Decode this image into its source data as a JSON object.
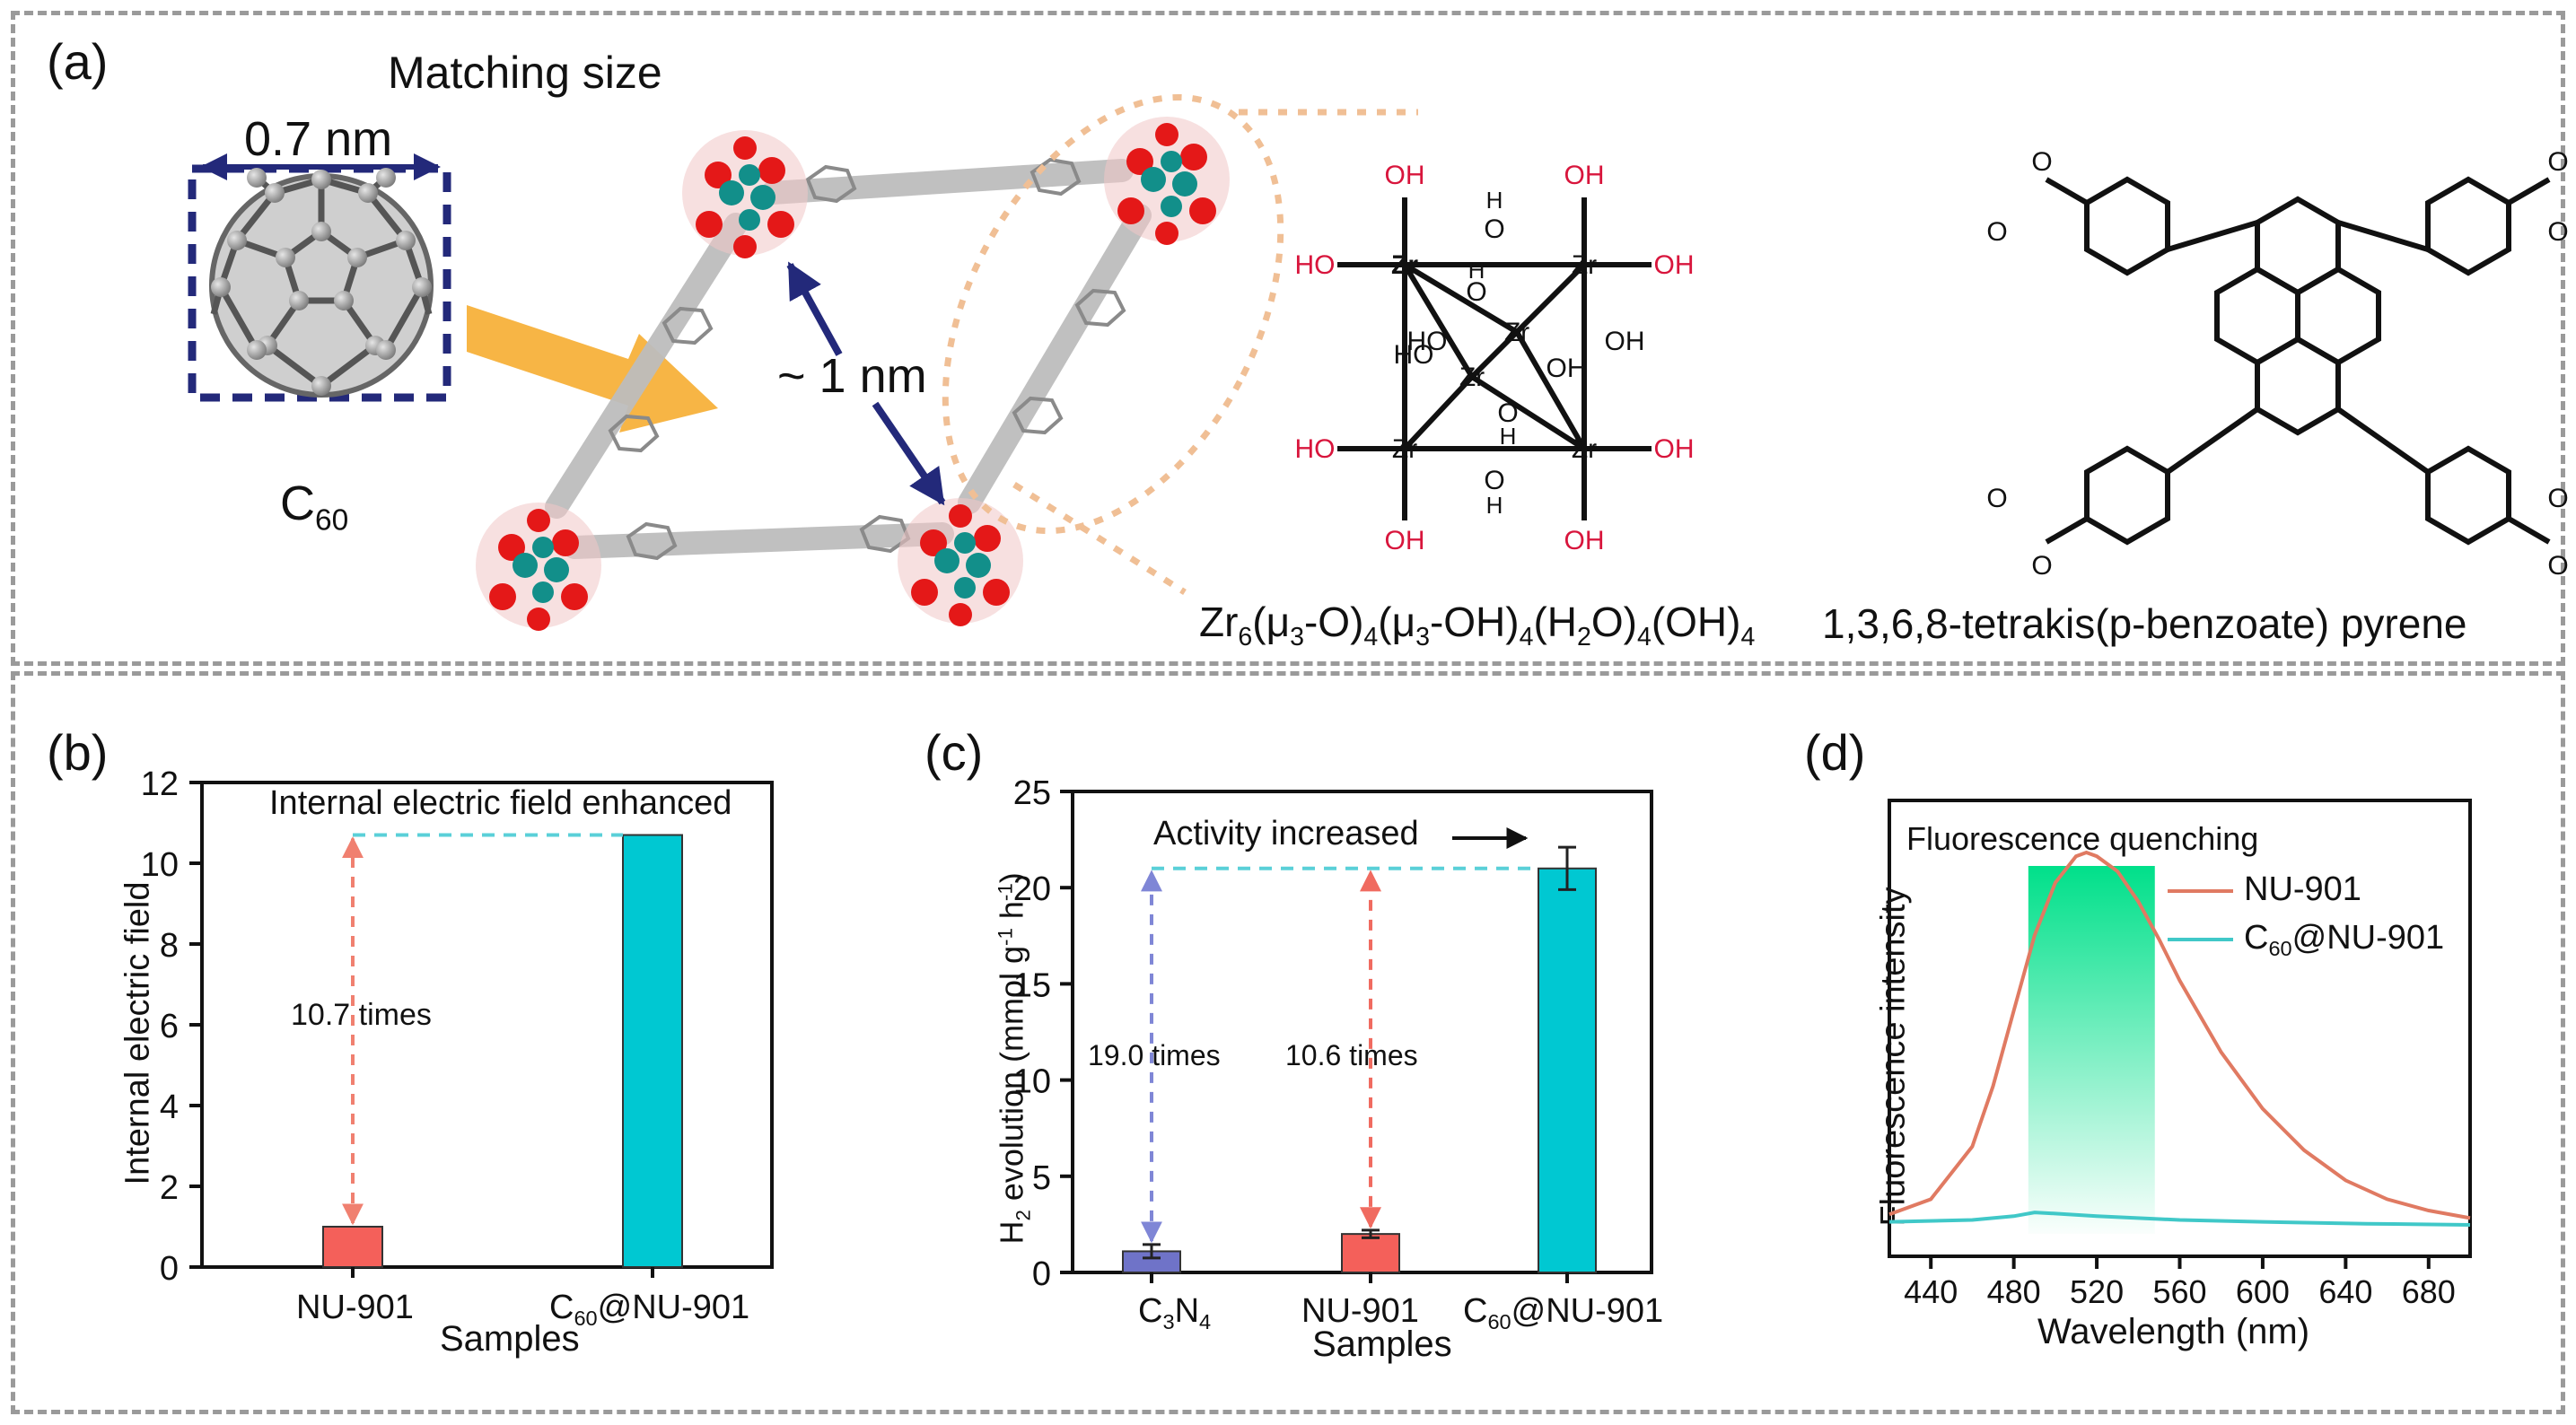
{
  "panels": {
    "a": {
      "label": "(a)",
      "matching_size": "Matching size",
      "c60_width": "0.7 nm",
      "c60_label": {
        "main": "C",
        "sub": "60"
      },
      "pore_size": "~ 1 nm",
      "zr_cluster": {
        "label": "Zr6(μ3-O)4(μ3-OH)4(H2O)4(OH)4"
      },
      "linker": {
        "label": "1,3,6,8-tetrakis(p-benzoate) pyrene"
      }
    },
    "b": {
      "label": "(b)"
    },
    "c": {
      "label": "(c)"
    },
    "d": {
      "label": "(d)"
    }
  },
  "chart_data": [
    {
      "id": "b",
      "type": "bar",
      "categories": [
        "NU-901",
        "C60@NU-901"
      ],
      "values": [
        1.0,
        10.7
      ],
      "colors": [
        "#f4605a",
        "#00c8d2"
      ],
      "xlabel": "Samples",
      "ylabel": "Internal electric field",
      "ylim": [
        0,
        12
      ],
      "yticks": [
        0,
        2,
        4,
        6,
        8,
        10,
        12
      ],
      "annotations": {
        "top_text": "Internal electric field enhanced",
        "ratio_text": "10.7 times"
      }
    },
    {
      "id": "c",
      "type": "bar",
      "categories": [
        "C3N4",
        "NU-901",
        "C60@NU-901"
      ],
      "values": [
        1.1,
        2.0,
        21.0
      ],
      "errors": [
        0.35,
        0.2,
        1.1
      ],
      "colors": [
        "#6f73c8",
        "#f4605a",
        "#00c8d2"
      ],
      "xlabel": "Samples",
      "ylabel": "H2 evolution (mmol g-1 h-1)",
      "ylim": [
        0,
        25
      ],
      "yticks": [
        0,
        5,
        10,
        15,
        20,
        25
      ],
      "annotations": {
        "top_text": "Activity increased",
        "ratio_1": "19.0 times",
        "ratio_2": "10.6 times"
      }
    },
    {
      "id": "d",
      "type": "line",
      "xlabel": "Wavelength (nm)",
      "ylabel": "Fluorescence intensity",
      "xlim": [
        420,
        700
      ],
      "xticks": [
        440,
        480,
        520,
        560,
        600,
        640,
        680
      ],
      "highlight": {
        "x_start": 487,
        "x_end": 548,
        "label": "Fluorescence quenching",
        "color": "#00e08a"
      },
      "legend_placement": "top-right",
      "series": [
        {
          "name": "NU-901",
          "color": "#e07a62",
          "x": [
            420,
            440,
            460,
            470,
            480,
            490,
            500,
            510,
            515,
            520,
            530,
            540,
            550,
            560,
            580,
            600,
            620,
            640,
            660,
            680,
            700
          ],
          "y": [
            0.04,
            0.08,
            0.22,
            0.38,
            0.58,
            0.78,
            0.92,
            0.99,
            1.0,
            0.99,
            0.95,
            0.87,
            0.77,
            0.66,
            0.47,
            0.32,
            0.21,
            0.13,
            0.08,
            0.05,
            0.03
          ]
        },
        {
          "name": "C60@NU-901",
          "color": "#40c8c8",
          "x": [
            420,
            460,
            480,
            490,
            500,
            520,
            560,
            600,
            650,
            700
          ],
          "y": [
            0.02,
            0.025,
            0.035,
            0.045,
            0.042,
            0.035,
            0.025,
            0.02,
            0.015,
            0.012
          ]
        }
      ]
    }
  ]
}
